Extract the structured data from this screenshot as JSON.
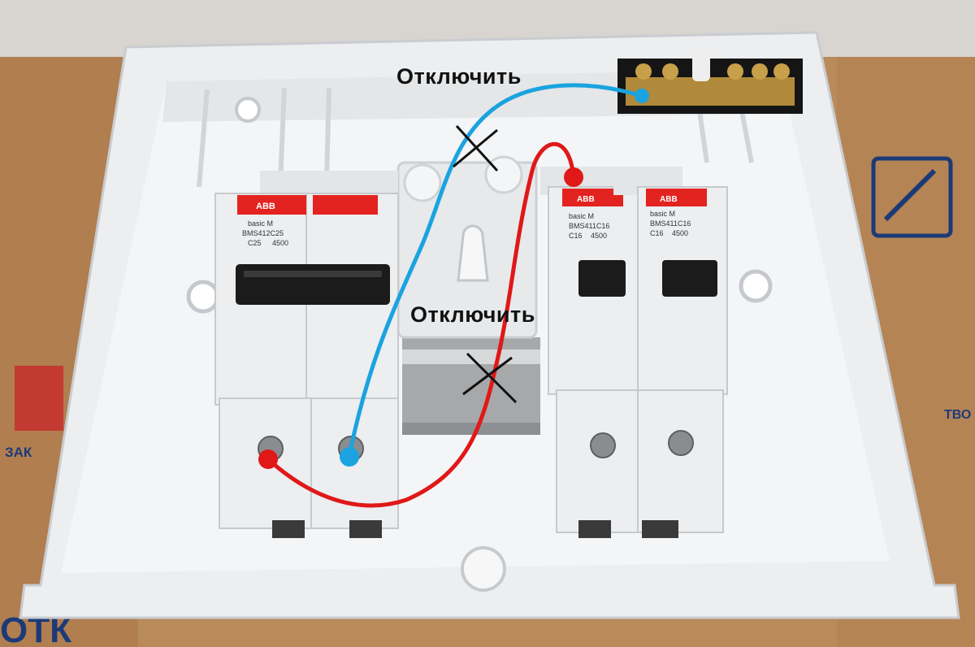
{
  "annotations": {
    "top_label": "Отключить",
    "middle_label": "Отключить"
  },
  "breakers": [
    {
      "brand": "ABB",
      "series": "basic M",
      "model": "BMS412C25",
      "rating": "C25",
      "capacity": "4500"
    },
    {
      "brand": "ABB",
      "series": "basic M",
      "model": "BMS411C16",
      "rating": "C16",
      "capacity": "4500"
    },
    {
      "brand": "ABB",
      "series": "basic M",
      "model": "BMS411C16",
      "rating": "C16",
      "capacity": "4500"
    }
  ],
  "box_text": {
    "bottom_left_print": "ОТК",
    "left_print": "ЗАК",
    "right_print": "ТВО"
  },
  "colors": {
    "wire_blue": "#1aa3e0",
    "wire_red": "#e01818",
    "abb_red": "#e3231f",
    "box_white": "#eef0f2",
    "cardboard": "#b98a5a"
  }
}
